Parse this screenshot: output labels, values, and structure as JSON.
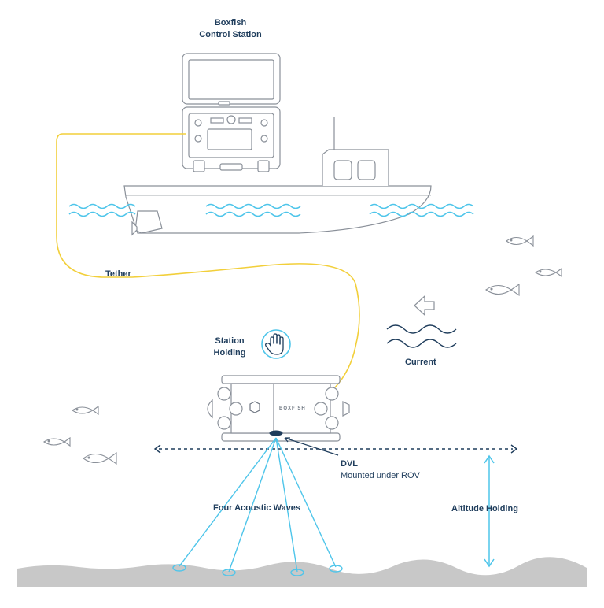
{
  "labels": {
    "station_title_line1": "Boxfish",
    "station_title_line2": "Control Station",
    "tether": "Tether",
    "station_holding_line1": "Station",
    "station_holding_line2": "Holding",
    "current": "Current",
    "dvl": "DVL",
    "dvl_sub": "Mounted under ROV",
    "acoustic": "Four Acoustic Waves",
    "altitude": "Altitude Holding",
    "rov_brand": "BOXFISH"
  },
  "icons": {
    "station_holding": "hand-stop-icon",
    "current": "arrow-left-icon"
  },
  "colors": {
    "line": "#8a9099",
    "label": "#1f3d5c",
    "tether": "#f2cf3a",
    "water": "#4ec5ea",
    "seafloor": "#c8c8c8"
  }
}
